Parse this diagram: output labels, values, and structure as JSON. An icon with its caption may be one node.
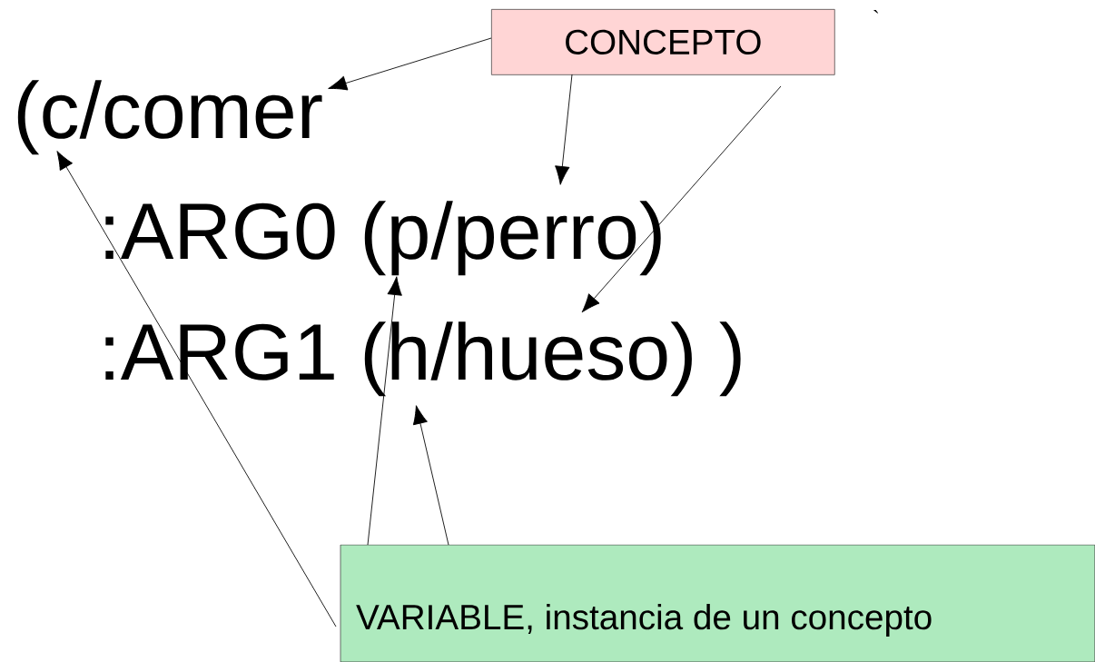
{
  "diagram": {
    "nodes": [
      {
        "text": [
          "CONCEPTO"
        ]
      },
      {
        "text": [
          "(c/comer"
        ]
      },
      {
        "text": [
          ":ARG0 (p/perro)"
        ]
      },
      {
        "text": [
          ":ARG1 (h/hueso) )"
        ]
      },
      {
        "text": [
          "VARIABLE, instancia de un concepto"
        ]
      }
    ],
    "edges": [
      {
        "from": 0,
        "to": 1,
        "arrow": "to"
      },
      {
        "from": 0,
        "to": 2,
        "arrow": "to"
      },
      {
        "from": 0,
        "to": 3,
        "arrow": "to"
      },
      {
        "from": 4,
        "to": 1,
        "arrow": "to"
      },
      {
        "from": 4,
        "to": 2,
        "arrow": "to"
      },
      {
        "from": 4,
        "to": 3,
        "arrow": "to"
      }
    ],
    "labels": [
      "`"
    ]
  }
}
